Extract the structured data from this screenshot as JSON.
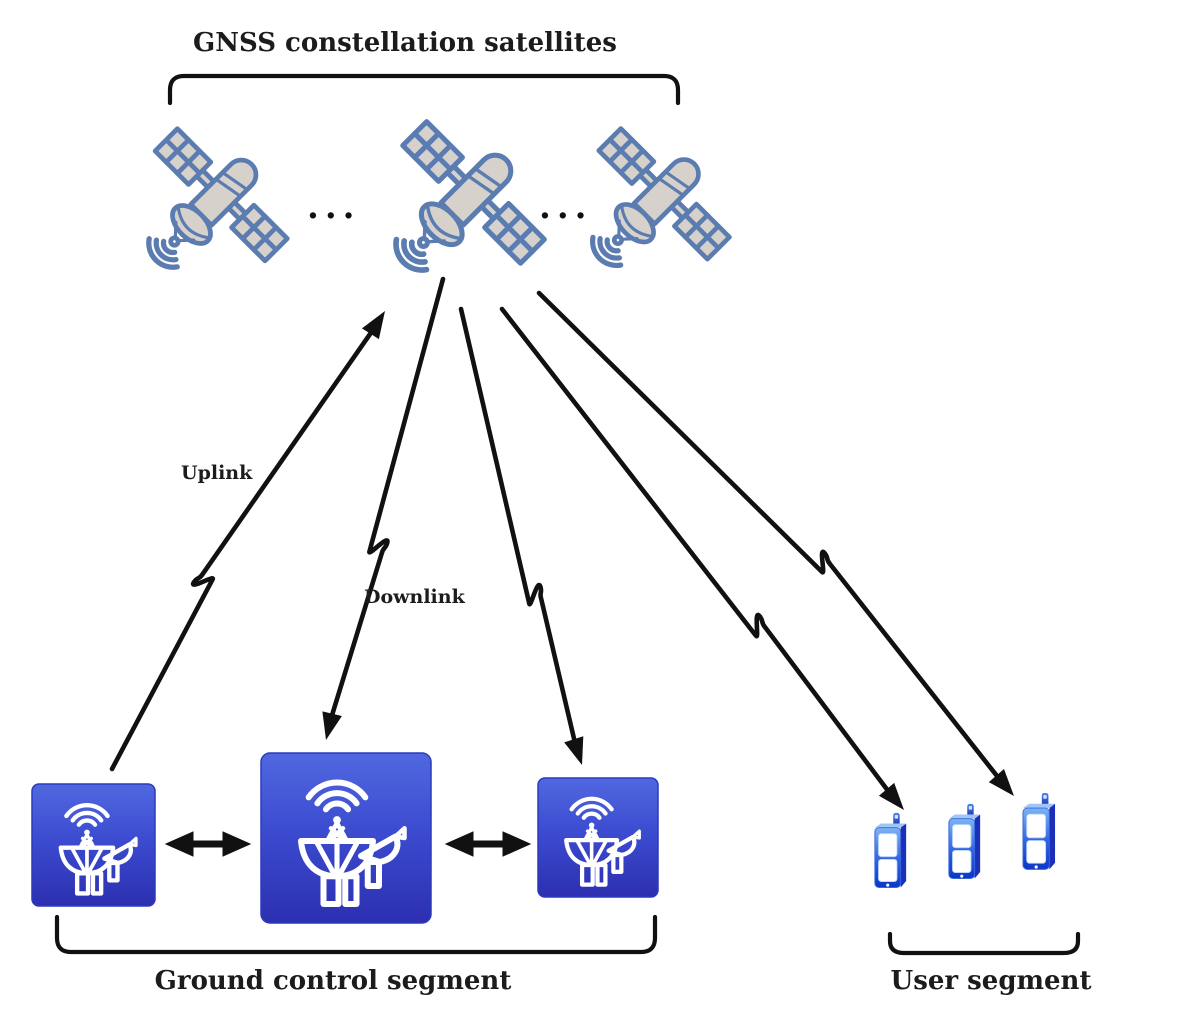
{
  "diagram": {
    "title": "GNSS constellation satellites",
    "satellite_ellipsis": "...",
    "satellites": {
      "count": 3
    },
    "link_labels": {
      "uplink": "Uplink",
      "downlink": "Downlink"
    },
    "ground_segment": {
      "label": "Ground control segment",
      "station_count": 3
    },
    "user_segment": {
      "label": "User segment",
      "device_count": 3
    },
    "colors": {
      "satellite_outline": "#5b7cb0",
      "satellite_fill": "#d6d2cb",
      "station_gradient_top": "#5168e0",
      "station_gradient_bottom": "#2c2fb0",
      "device_light_blue": "#7db3f5",
      "device_dark_blue": "#0b36c8",
      "arrow_black": "#111111",
      "text": "#1c1c1c"
    }
  }
}
